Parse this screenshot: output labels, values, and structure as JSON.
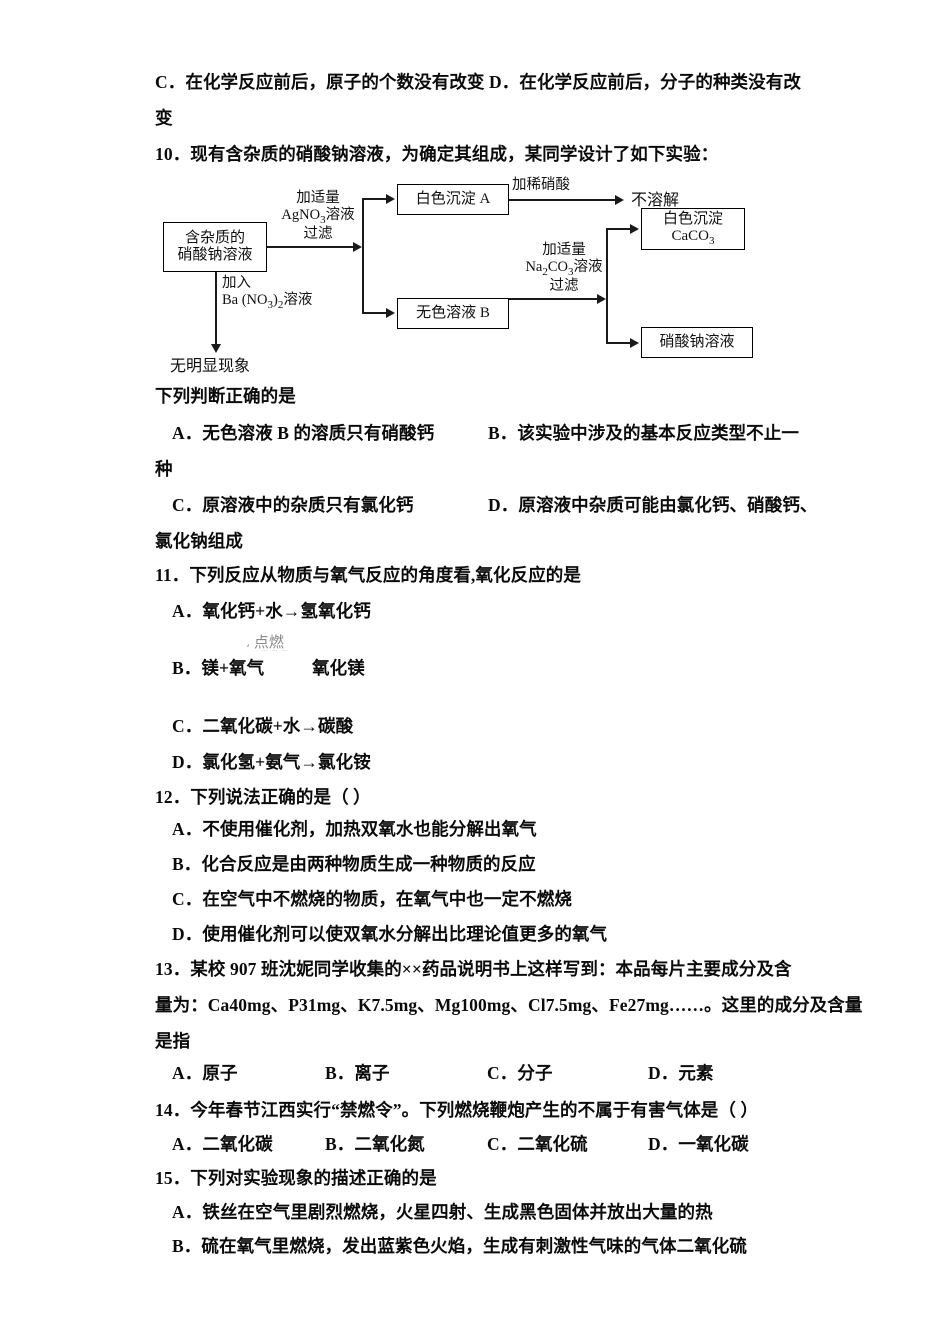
{
  "document": {
    "type": "chemistry-exam-paper",
    "language": "zh-CN"
  },
  "q9_tail": {
    "line1": "C．在化学反应前后，原子的个数没有改变   D．在化学反应前后，分子的种类没有改",
    "line2": "变"
  },
  "q10": {
    "stem": "10．现有含杂质的硝酸钠溶液，为确定其组成，某同学设计了如下实验：",
    "prompt": "下列判断正确的是",
    "options": {
      "A": "A．无色溶液 B 的溶质只有硝酸钙",
      "B": "B．该实验中涉及的基本反应类型不止一",
      "B_cont": "种",
      "C": "C．原溶液中的杂质只有氯化钙",
      "D": "D．原溶液中杂质可能由氯化钙、硝酸钙、",
      "D_cont": "氯化钠组成"
    },
    "flowchart": {
      "box_start_line1": "含杂质的",
      "box_start_line2": "硝酸钠溶液",
      "label_agno3_line1": "加适量",
      "label_agno3_line2a": "AgNO",
      "label_agno3_sub": "3",
      "label_agno3_line2b": "溶液",
      "label_agno3_line3": "过滤",
      "box_precipitate_a": "白色沉淀 A",
      "box_solution_b": "无色溶液 B",
      "label_dilute_acid": "加稀硝酸",
      "result_insoluble": "不溶解",
      "label_na2co3_line1": "加适量",
      "label_na2co3_line2a": "Na",
      "label_na2co3_sub1": "2",
      "label_na2co3_line2b": "CO",
      "label_na2co3_sub2": "3",
      "label_na2co3_line2c": "溶液",
      "label_na2co3_line3": "过滤",
      "box_caco3_line1": "白色沉淀",
      "box_caco3_line2a": "CaCO",
      "box_caco3_sub": "3",
      "box_nano3_solution": "硝酸钠溶液",
      "label_add_line1": "加入",
      "label_add_line2a": "Ba (NO",
      "label_add_sub": "3",
      "label_add_line2b": ")",
      "label_add_sub2": "2",
      "label_add_line2c": "溶液",
      "result_no_phenomenon": "无明显现象"
    }
  },
  "q11": {
    "stem": "11．下列反应从物质与氧气反应的角度看,氧化反应的是",
    "options": {
      "A": "A．氧化钙+水→氢氧化钙",
      "B_left": "B．镁+氧气",
      "B_right": "氧化镁",
      "B_condition": "点燃",
      "C": "C．二氧化碳+水→碳酸",
      "D": "D．氯化氢+氨气→氯化铵"
    }
  },
  "q12": {
    "stem": "12．下列说法正确的是（    ）",
    "options": {
      "A": "A．不使用催化剂，加热双氧水也能分解出氧气",
      "B": "B．化合反应是由两种物质生成一种物质的反应",
      "C": "C．在空气中不燃烧的物质，在氧气中也一定不燃烧",
      "D": "D．使用催化剂可以使双氧水分解出比理论值更多的氧气"
    }
  },
  "q13": {
    "stem_line1": "13．某校 907 班沈妮同学收集的××药品说明书上这样写到：本品每片主要成分及含",
    "stem_line2": "量为：Ca40mg、P31mg、K7.5mg、Mg100mg、Cl7.5mg、Fe27mg……。这里的成分及含量",
    "stem_line3": "是指",
    "options": {
      "A": "A．原子",
      "B": "B．离子",
      "C": "C．分子",
      "D": "D．元素"
    }
  },
  "q14": {
    "stem": "14．今年春节江西实行“禁燃令”。下列燃烧鞭炮产生的不属于有害气体是（    ）",
    "options": {
      "A": "A．二氧化碳",
      "B": "B．二氧化氮",
      "C": "C．二氧化硫",
      "D": "D．一氧化碳"
    }
  },
  "q15": {
    "stem": "15．下列对实验现象的描述正确的是",
    "options": {
      "A": "A．铁丝在空气里剧烈燃烧，火星四射、生成黑色固体并放出大量的热",
      "B": "B．硫在氧气里燃烧，发出蓝紫色火焰，生成有刺激性气味的气体二氧化硫"
    }
  }
}
